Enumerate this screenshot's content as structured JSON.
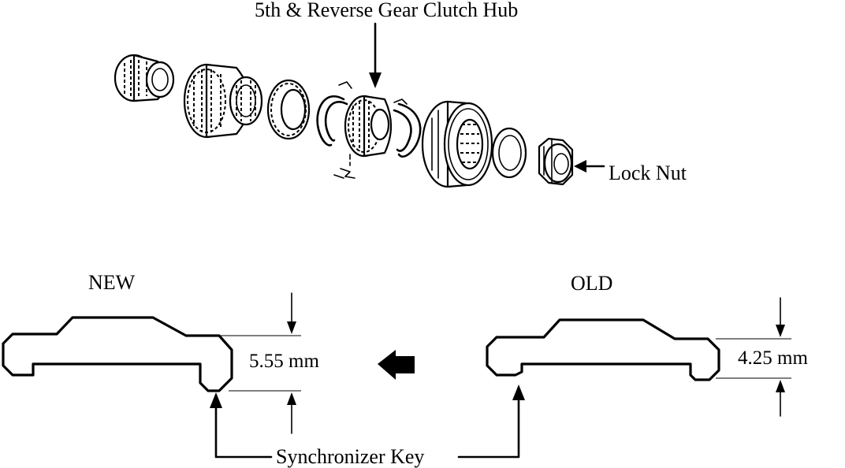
{
  "labels": {
    "clutch_hub": "5th & Reverse Gear Clutch Hub",
    "lock_nut": "Lock Nut",
    "new": "NEW",
    "old": "OLD",
    "new_dimension": "5.55 mm",
    "old_dimension": "4.25 mm",
    "synchronizer_key": "Synchronizer Key"
  }
}
